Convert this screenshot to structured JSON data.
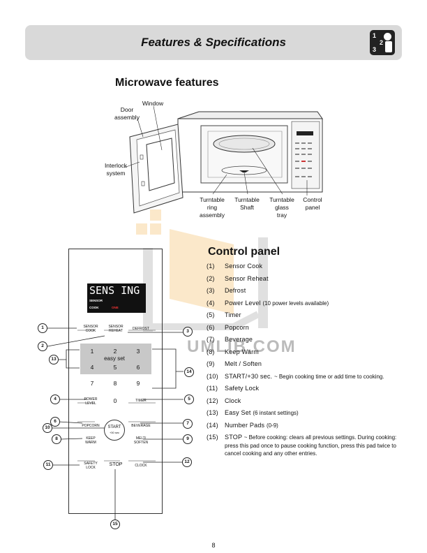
{
  "header": {
    "title": "Features & Specifications",
    "logo": [
      "1",
      "2",
      "3"
    ]
  },
  "features": {
    "title": "Microwave features",
    "labels": {
      "window": "Window",
      "door": "Door\nassembly",
      "interlock": "Interlock\nsystem",
      "turntable_ring": "Turntable\nring\nassembly",
      "turntable_shaft": "Turntable\nShaft",
      "turntable_tray": "Turntable\nglass\ntray",
      "control": "Control\npanel"
    }
  },
  "control_panel": {
    "title": "Control panel",
    "display": {
      "main": "SENS ING",
      "sub1": "SENSOR",
      "sub2": "COOK",
      "sub3": "ONE"
    },
    "keys": {
      "sensor_cook": "SENSOR\nCOOK",
      "sensor_reheat": "SENSOR\nREHEAT",
      "defrost": "DEFROST",
      "easy_set": "easy set",
      "power_level": "POWER\nLEVEL",
      "timer": "TIMER",
      "popcorn": "POPCORN",
      "start": "START",
      "start_sub": "+30 sec",
      "beverage": "BEVERAGE",
      "keep_warm": "KEEP\nWARM",
      "melt_soften": "MELT/\nSOFTEN",
      "safety_lock": "SAFETY\nLOCK",
      "stop": "STOP",
      "clock": "CLOCK"
    },
    "numbers": [
      "1",
      "2",
      "3",
      "4",
      "5",
      "6",
      "7",
      "8",
      "9",
      "0"
    ],
    "callouts": [
      "1",
      "2",
      "3",
      "4",
      "5",
      "6",
      "7",
      "8",
      "9",
      "10",
      "11",
      "12",
      "13",
      "14",
      "15"
    ],
    "items": [
      {
        "num": "(1)",
        "text": "Sensor Cook"
      },
      {
        "num": "(2)",
        "text": "Sensor Reheat"
      },
      {
        "num": "(3)",
        "text": "Defrost"
      },
      {
        "num": "(4)",
        "text": "Power Level",
        "note": "(10 power levels available)"
      },
      {
        "num": "(5)",
        "text": "Timer"
      },
      {
        "num": "(6)",
        "text": "Popcorn"
      },
      {
        "num": "(7)",
        "text": "Beverage"
      },
      {
        "num": "(8)",
        "text": "Keep Warm"
      },
      {
        "num": "(9)",
        "text": "Melt / Soften"
      },
      {
        "num": "(10)",
        "text": "START/+30 sec.",
        "note": "~ Begin cooking time or add time to cooking."
      },
      {
        "num": "(11)",
        "text": "Safety Lock"
      },
      {
        "num": "(12)",
        "text": "Clock"
      },
      {
        "num": "(13)",
        "text": "Easy Set",
        "note": "(6 instant settings)"
      },
      {
        "num": "(14)",
        "text": "Number Pads",
        "note": "(0-9)"
      },
      {
        "num": "(15)",
        "text": "STOP",
        "note": "~ Before cooking: clears all previous settings. During cooking: press this pad once to pause cooking function, press this pad twice to cancel cooking and any other entries."
      }
    ]
  },
  "watermark": {
    "text": "UMLIB.COM"
  },
  "page_number": "8"
}
